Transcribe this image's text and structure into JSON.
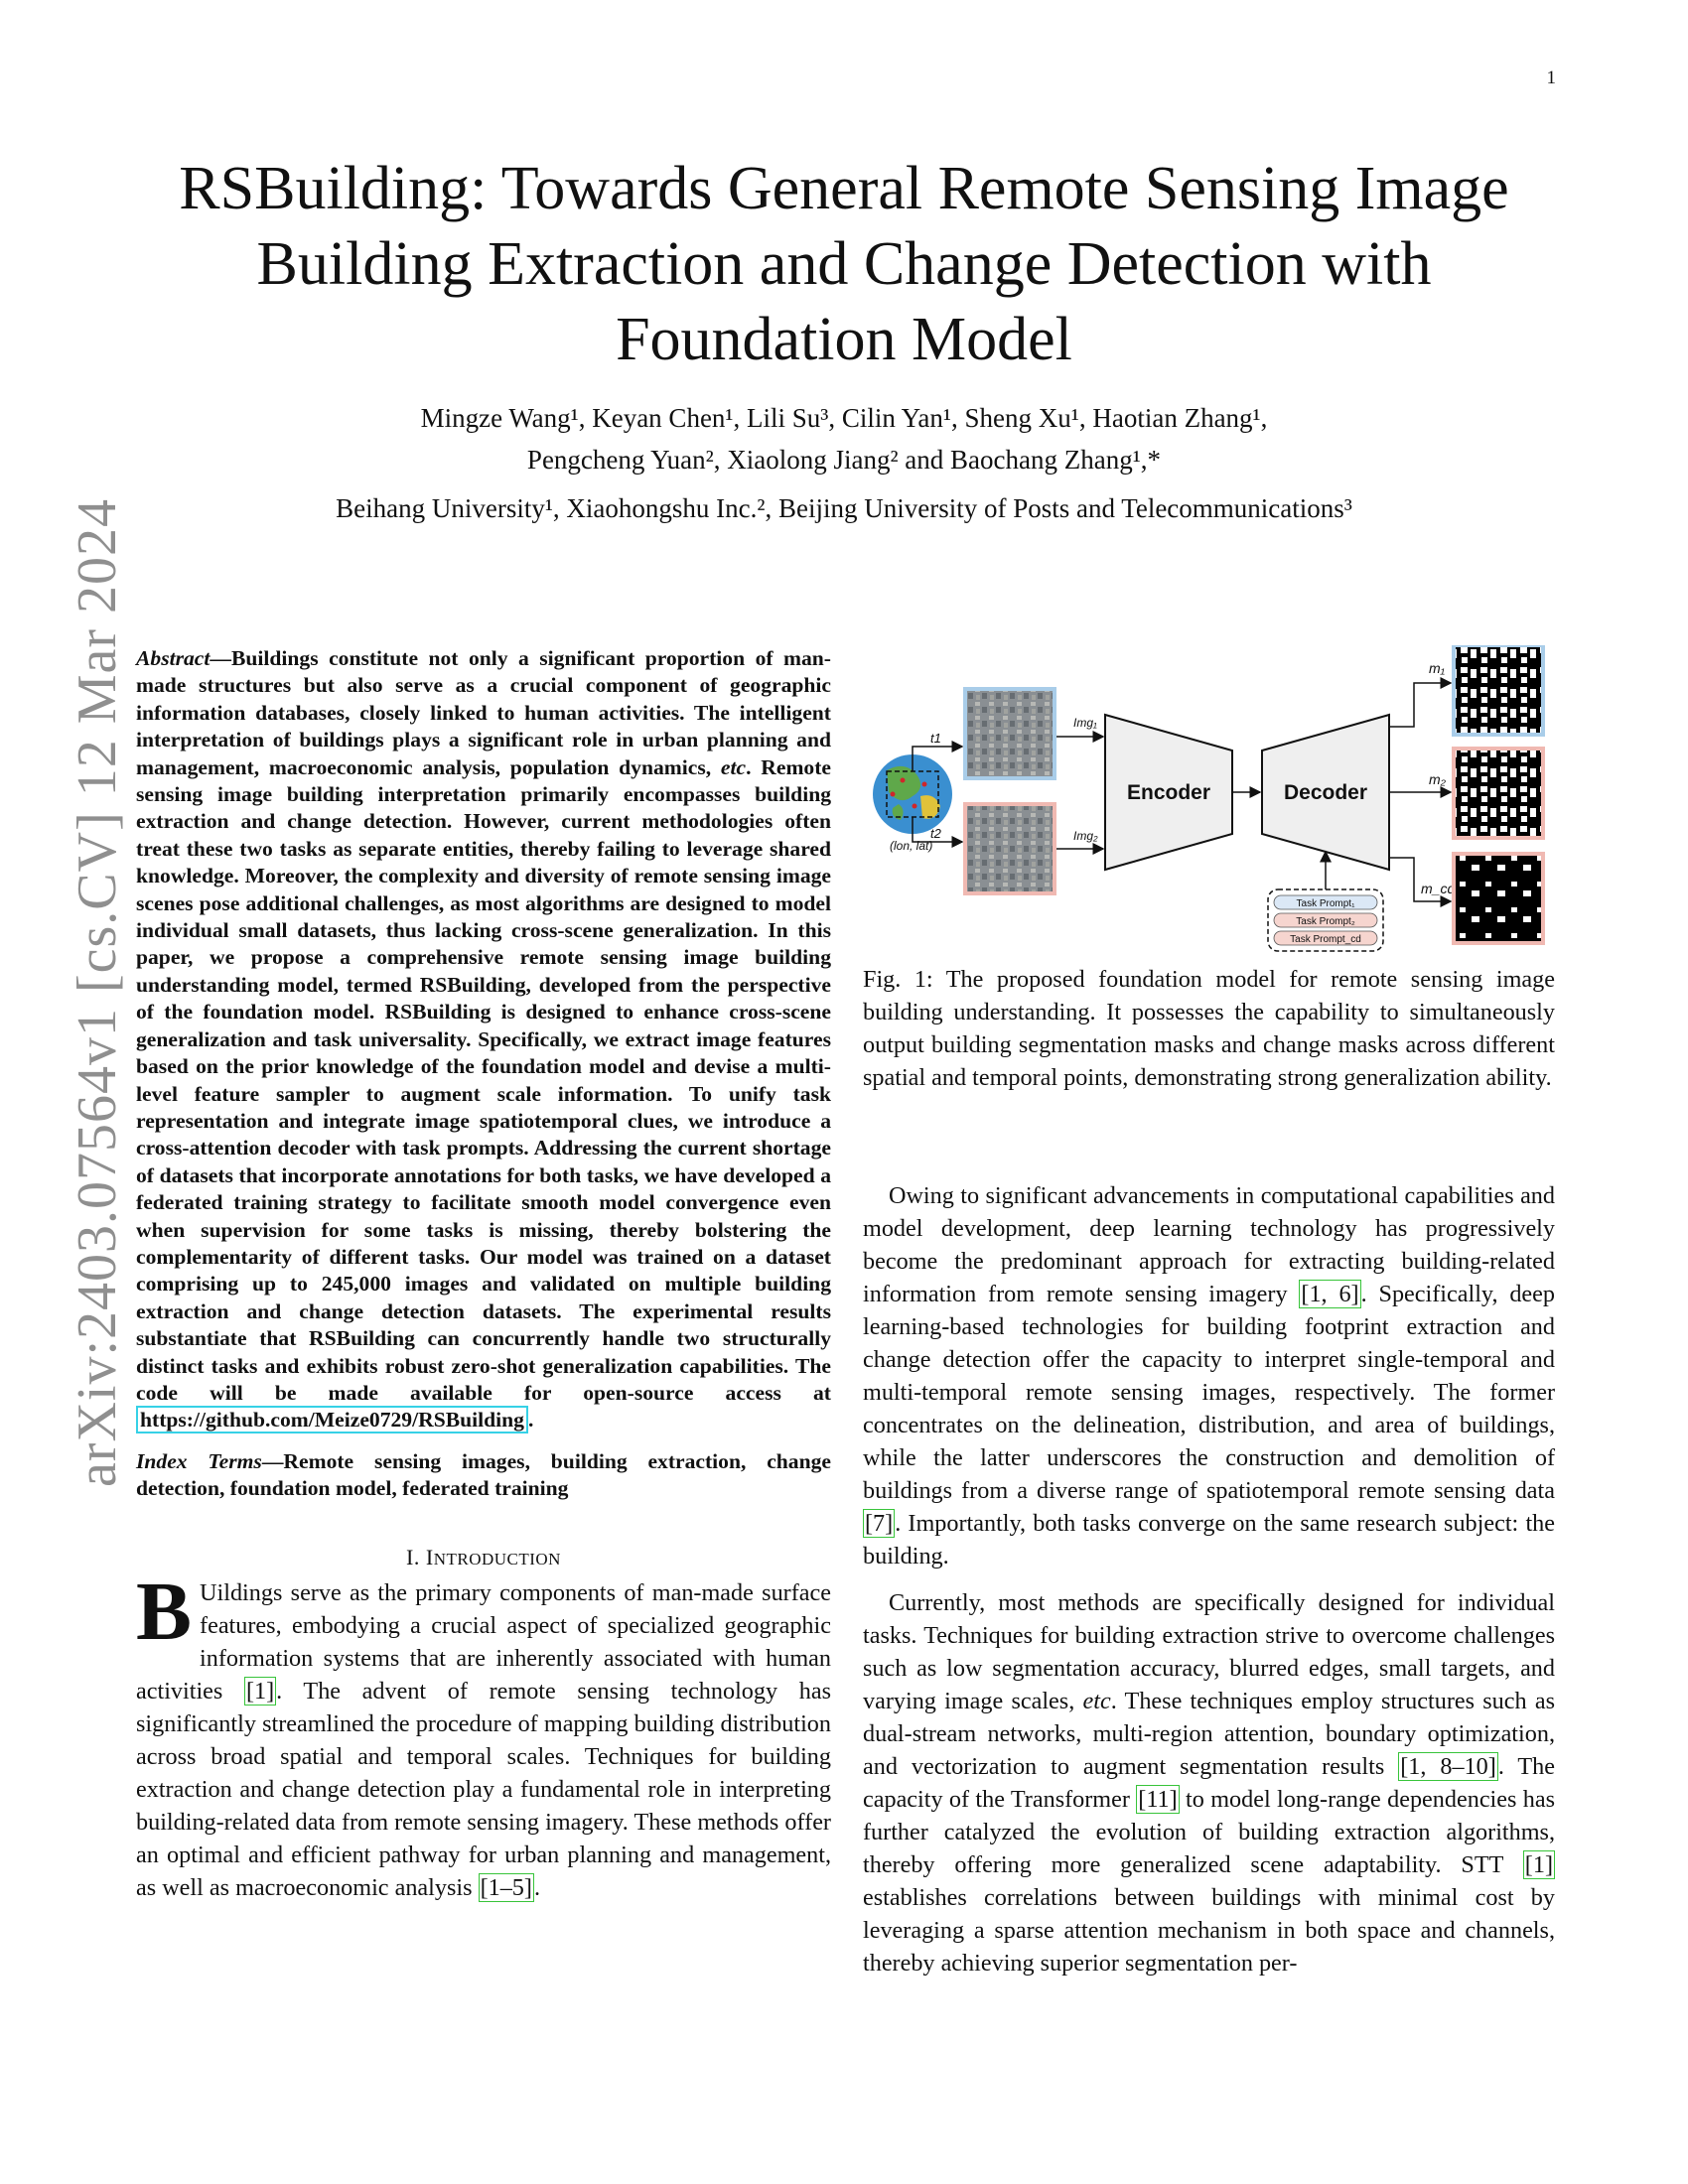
{
  "page_number": "1",
  "arxiv_stamp": "arXiv:2403.07564v1  [cs.CV]  12 Mar 2024",
  "title": "RSBuilding: Towards General Remote Sensing Image Building Extraction and Change Detection with Foundation Model",
  "authors_line1": "Mingze Wang¹, Keyan Chen¹, Lili Su³, Cilin Yan¹, Sheng Xu¹, Haotian Zhang¹,",
  "authors_line2": "Pengcheng Yuan², Xiaolong Jiang² and Baochang Zhang¹,*",
  "affiliations": "Beihang University¹, Xiaohongshu Inc.², Beijing University of Posts and Telecommunications³",
  "abstract": {
    "label": "Abstract",
    "dash": "—",
    "text": "Buildings constitute not only a significant proportion of man-made structures but also serve as a crucial component of geographic information databases, closely linked to human activities. The intelligent interpretation of buildings plays a significant role in urban planning and management, macroeconomic analysis, population dynamics, ",
    "etc": "etc",
    "text2": ". Remote sensing image building interpretation primarily encompasses building extraction and change detection. However, current methodologies often treat these two tasks as separate entities, thereby failing to leverage shared knowledge. Moreover, the complexity and diversity of remote sensing image scenes pose additional challenges, as most algorithms are designed to model individual small datasets, thus lacking cross-scene generalization. In this paper, we propose a comprehensive remote sensing image building understanding model, termed RSBuilding, developed from the perspective of the foundation model. RSBuilding is designed to enhance cross-scene generalization and task universality. Specifically, we extract image features based on the prior knowledge of the foundation model and devise a multi-level feature sampler to augment scale information. To unify task representation and integrate image spatiotemporal clues, we introduce a cross-attention decoder with task prompts. Addressing the current shortage of datasets that incorporate annotations for both tasks, we have developed a federated training strategy to facilitate smooth model convergence even when supervision for some tasks is missing, thereby bolstering the complementarity of different tasks. Our model was trained on a dataset comprising up to 245,000 images and validated on multiple building extraction and change detection datasets. The experimental results substantiate that RSBuilding can concurrently handle two structurally distinct tasks and exhibits robust zero-shot generalization capabilities. The code will be made available for open-source access at ",
    "link": "https://github.com/Meize0729/RSBuilding",
    "end": "."
  },
  "index_terms": {
    "label": "Index Terms",
    "dash": "—",
    "text": "Remote sensing images, building extraction, change detection, foundation model, federated training"
  },
  "section": {
    "numeral": "I. ",
    "first_letter": "I",
    "rest": "NTRODUCTION"
  },
  "intro": {
    "dropcap": "B",
    "text1": "Uildings serve as the primary components of man-made surface features, embodying a crucial aspect of specialized geographic information systems that are inherently associated with human activities ",
    "c1": "[1]",
    "text2": ". The advent of remote sensing technology has significantly streamlined the procedure of mapping building distribution across broad spatial and temporal scales. Techniques for building extraction and change detection play a fundamental role in interpreting building-related data from remote sensing imagery. These methods offer an optimal and efficient pathway for urban planning and management, as well as macroeconomic analysis ",
    "c2": "[1–5]",
    "text3": "."
  },
  "figure": {
    "lonlat": "(lon, lat)",
    "t1": "t1",
    "t2": "t2",
    "img1": "Img₁",
    "img2": "Img₂",
    "encoder": "Encoder",
    "decoder": "Decoder",
    "m1": "m₁",
    "m2": "m₂",
    "mcd": "m_cd",
    "prompt1": "Task Prompt₁",
    "prompt2": "Task Prompt₂",
    "prompt3": "Task Prompt_cd",
    "colors": {
      "blue_border": "#a9cde9",
      "red_border": "#f0b9b2",
      "prompt_blue": "#dbe8f6",
      "prompt_red": "#f6d5cf"
    }
  },
  "fig_caption": "Fig. 1: The proposed foundation model for remote sensing image building understanding. It possesses the capability to simultaneously output building segmentation masks and change masks across different spatial and temporal points, demonstrating strong generalization ability.",
  "right_p1": {
    "text1": "Owing to significant advancements in computational capabilities and model development, deep learning technology has progressively become the predominant approach for extracting building-related information from remote sensing imagery ",
    "c1": "[1, 6]",
    "text2": ". Specifically, deep learning-based technologies for building footprint extraction and change detection offer the capacity to interpret single-temporal and multi-temporal remote sensing images, respectively. The former concentrates on the delineation, distribution, and area of buildings, while the latter underscores the construction and demolition of buildings from a diverse range of spatiotemporal remote sensing data ",
    "c2": "[7]",
    "text3": ". Importantly, both tasks converge on the same research subject: the building."
  },
  "right_p2": {
    "text1": "Currently, most methods are specifically designed for individual tasks. Techniques for building extraction strive to overcome challenges such as low segmentation accuracy, blurred edges, small targets, and varying image scales, ",
    "etc": "etc",
    "text2": ". These techniques employ structures such as dual-stream networks, multi-region attention, boundary optimization, and vectorization to augment segmentation results ",
    "c1": "[1, 8–10]",
    "text3": ". The capacity of the Transformer ",
    "c2": "[11]",
    "text4": " to model long-range dependencies has further catalyzed the evolution of building extraction algorithms, thereby offering more generalized scene adaptability. STT ",
    "c3": "[1]",
    "text5": " establishes correlations between buildings with minimal cost by leveraging a sparse attention mechanism in both space and channels, thereby achieving superior segmentation per-"
  }
}
